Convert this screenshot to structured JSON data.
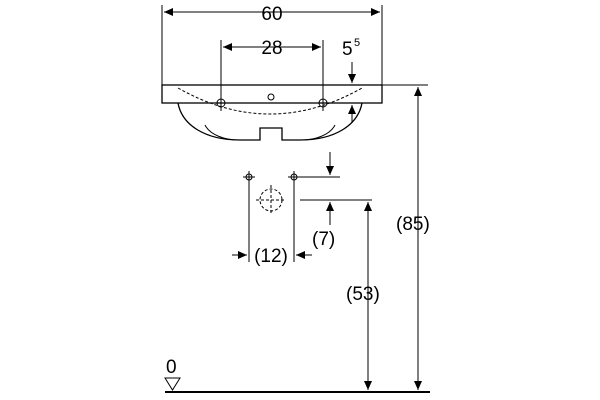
{
  "dimensions": {
    "overall_width": "60",
    "tap_hole_spacing": "28",
    "rim_thickness": "5",
    "rim_thickness_superscript": "5",
    "rim_height": "(85)",
    "drain_spacing": "(12)",
    "drain_offset": "(7)",
    "drain_height": "(53)",
    "floor_level": "0"
  }
}
